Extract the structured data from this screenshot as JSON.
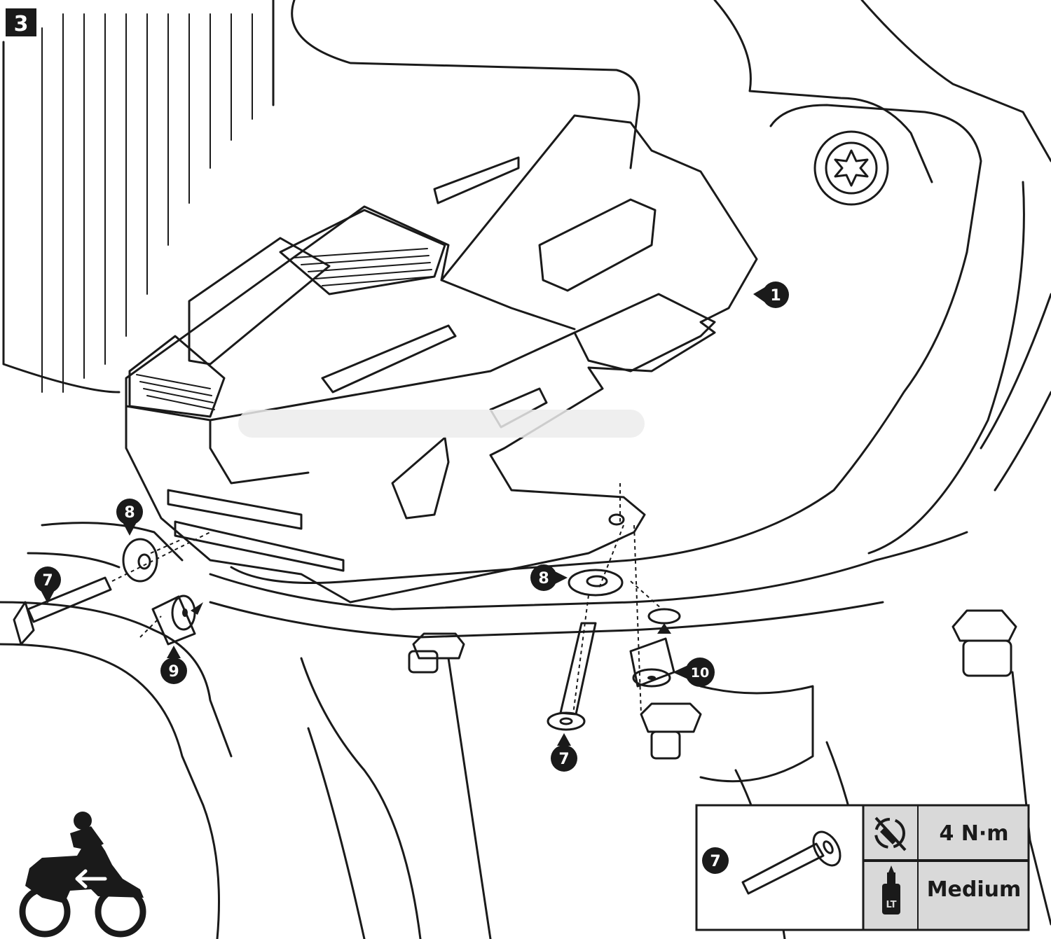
{
  "step": {
    "number": "3"
  },
  "callouts": [
    {
      "id": "1",
      "target": "skid-plate"
    },
    {
      "id": "8",
      "target": "rubber-washer-left"
    },
    {
      "id": "7",
      "target": "screw-left"
    },
    {
      "id": "9",
      "target": "spacer"
    },
    {
      "id": "8",
      "target": "rubber-washer-right"
    },
    {
      "id": "7",
      "target": "screw-right"
    },
    {
      "id": "10",
      "target": "spacer-right"
    }
  ],
  "spec_box": {
    "part_label": "7",
    "torque": {
      "icon": "torque-wrench-icon",
      "value": "4 N·m"
    },
    "threadlock": {
      "icon": "threadlocker-bottle-icon",
      "bottle_label": "LT",
      "value": "Medium"
    }
  },
  "rider_icon": {
    "icon": "motorcycle-rider-icon"
  },
  "colors": {
    "ink": "#1a1a1a",
    "spec_panel": "#d9d9d9",
    "paper": "#ffffff"
  }
}
